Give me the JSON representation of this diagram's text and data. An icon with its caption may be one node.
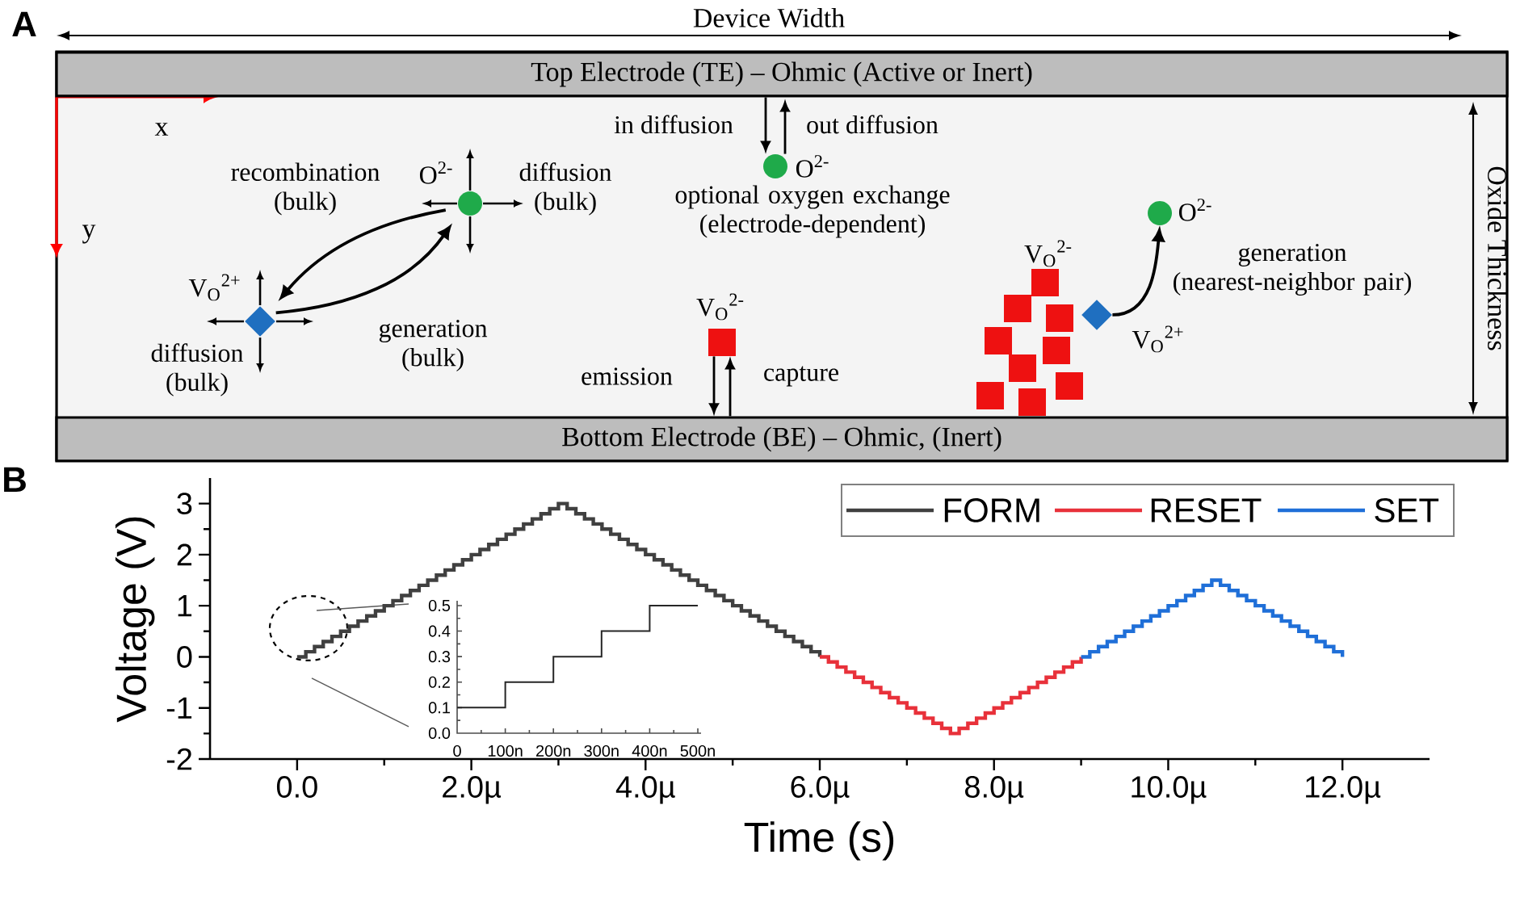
{
  "diagram": {
    "nodes": [
      {
        "text": [
          "Top Electrode (TE) – Ohmic (Active or Inert)"
        ]
      },
      {
        "text": [
          "Bottom Electrode (BE) – Ohmic, (Inert)"
        ]
      },
      {
        "text": [],
        "shape": "circle",
        "beside": [
          "O$^{2-}$"
        ]
      },
      {
        "text": [],
        "shape": "diamond",
        "beside": [
          "V$_{O}$$^{2+}$"
        ]
      },
      {
        "text": [],
        "shape": "circle",
        "beside": [
          "O$^{2-}$",
          "optional oxygen exchange (electrode-dependent)"
        ]
      },
      {
        "text": [],
        "shape": "box",
        "beside": [
          "V$_{O}$$^{2-}$"
        ]
      },
      {
        "text": [],
        "shape": "diamond",
        "beside": [
          "V$_{O}$$^{2+}$"
        ]
      },
      {
        "text": [],
        "shape": "circle",
        "beside": [
          "O$^{2-}$"
        ]
      }
    ],
    "edges": [
      {
        "from": 2,
        "to": 3,
        "arrow": "to",
        "label": "recombination (bulk)"
      },
      {
        "from": 3,
        "to": 2,
        "arrow": "to",
        "label": "generation (bulk)"
      },
      {
        "from": 0,
        "to": 4,
        "arrow": "to",
        "label": "in diffusion"
      },
      {
        "from": 4,
        "to": 0,
        "arrow": "to",
        "label": "out diffusion"
      },
      {
        "from": 5,
        "to": 1,
        "arrow": "to",
        "label": "emission"
      },
      {
        "from": 1,
        "to": 5,
        "arrow": "to",
        "label": "capture"
      },
      {
        "from": 6,
        "to": 7,
        "arrow": "to",
        "label": "generation (nearest-neighbor pair)"
      }
    ],
    "labels": [
      "A",
      "Device Width",
      "x",
      "diffusion (bulk)",
      "y",
      "diffusion (bulk)",
      "V$_{O}$$^{2-}$",
      "Oxide Thickness",
      "B",
      "0.5",
      "0.4",
      "0.3",
      "0.2",
      "0.1",
      "0.0",
      "0",
      "100n",
      "200n",
      "300n",
      "400n",
      "500n"
    ],
    "chart_data": {
      "type": "line",
      "xlabel": "Time (s)",
      "ylabel": "Voltage (V)",
      "x": [
        0,
        1.5,
        3,
        4.5,
        6,
        7.5,
        9,
        10.5,
        12
      ],
      "series": [
        {
          "name": "FORM",
          "color": "#404040",
          "values": [
            0,
            1.5,
            3,
            1.5,
            0,
            null,
            null,
            null,
            null
          ]
        },
        {
          "name": "RESET",
          "color": "#e8313a",
          "values": [
            null,
            null,
            null,
            null,
            0,
            -1.5,
            0,
            null,
            null
          ]
        },
        {
          "name": "SET",
          "color": "#1f6fd8",
          "values": [
            null,
            null,
            null,
            null,
            null,
            null,
            0,
            1.5,
            0
          ]
        }
      ],
      "legend": "top-right",
      "xlim": [
        -1,
        13
      ],
      "ylim": [
        -2,
        3.5
      ],
      "xticks": [
        {
          "value": 0,
          "label": "0.0"
        },
        {
          "value": 2,
          "label": "2.0µ"
        },
        {
          "value": 4,
          "label": "4.0µ"
        },
        {
          "value": 6,
          "label": "6.0µ"
        },
        {
          "value": 8,
          "label": "8.0µ"
        },
        {
          "value": 10,
          "label": "10.0µ"
        },
        {
          "value": 12,
          "label": "12.0µ"
        }
      ],
      "yticks": [
        {
          "value": -2,
          "label": "-2"
        },
        {
          "value": -1,
          "label": "-1"
        },
        {
          "value": 0,
          "label": "0"
        },
        {
          "value": 1,
          "label": "1"
        },
        {
          "value": 2,
          "label": "2"
        },
        {
          "value": 3,
          "label": "3"
        }
      ]
    }
  }
}
